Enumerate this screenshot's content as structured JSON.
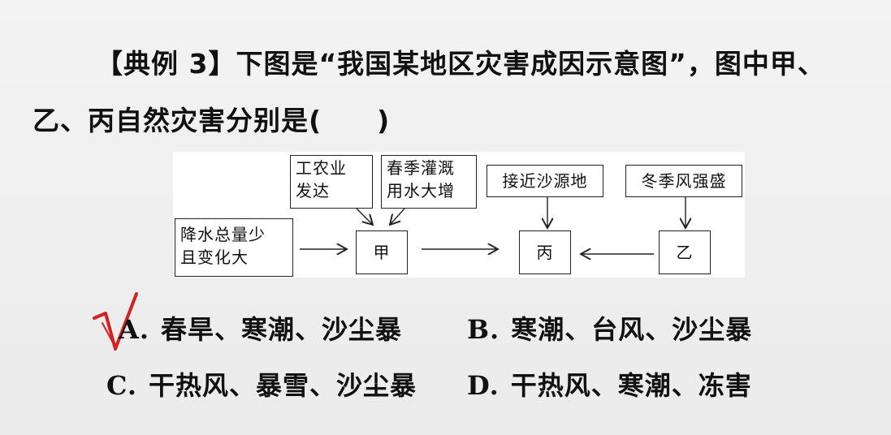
{
  "question": {
    "tag": "【典例 3】",
    "line1": "下图是“我国某地区灾害成因示意图”，图中甲、",
    "line2_start": "乙、丙自然灾害分别是(",
    "line2_end": ")"
  },
  "diagram": {
    "box_industry": [
      "工农业",
      "发达"
    ],
    "box_irrigation": [
      "春季灌溉",
      "用水大增"
    ],
    "box_precip": [
      "降水总量少",
      "且变化大"
    ],
    "box_jia": "甲",
    "box_bing": "丙",
    "box_yi": "乙",
    "box_sand": "接近沙源地",
    "box_wind": "冬季风强盛"
  },
  "options": [
    {
      "letter": "A.",
      "text": "春旱、寒潮、沙尘暴"
    },
    {
      "letter": "B.",
      "text": "寒潮、台风、沙尘暴"
    },
    {
      "letter": "C.",
      "text": "干热风、暴雪、沙尘暴"
    },
    {
      "letter": "D.",
      "text": "干热风、寒潮、冻害"
    }
  ],
  "colors": {
    "check_mark": "#d42020",
    "text": "#111111"
  }
}
